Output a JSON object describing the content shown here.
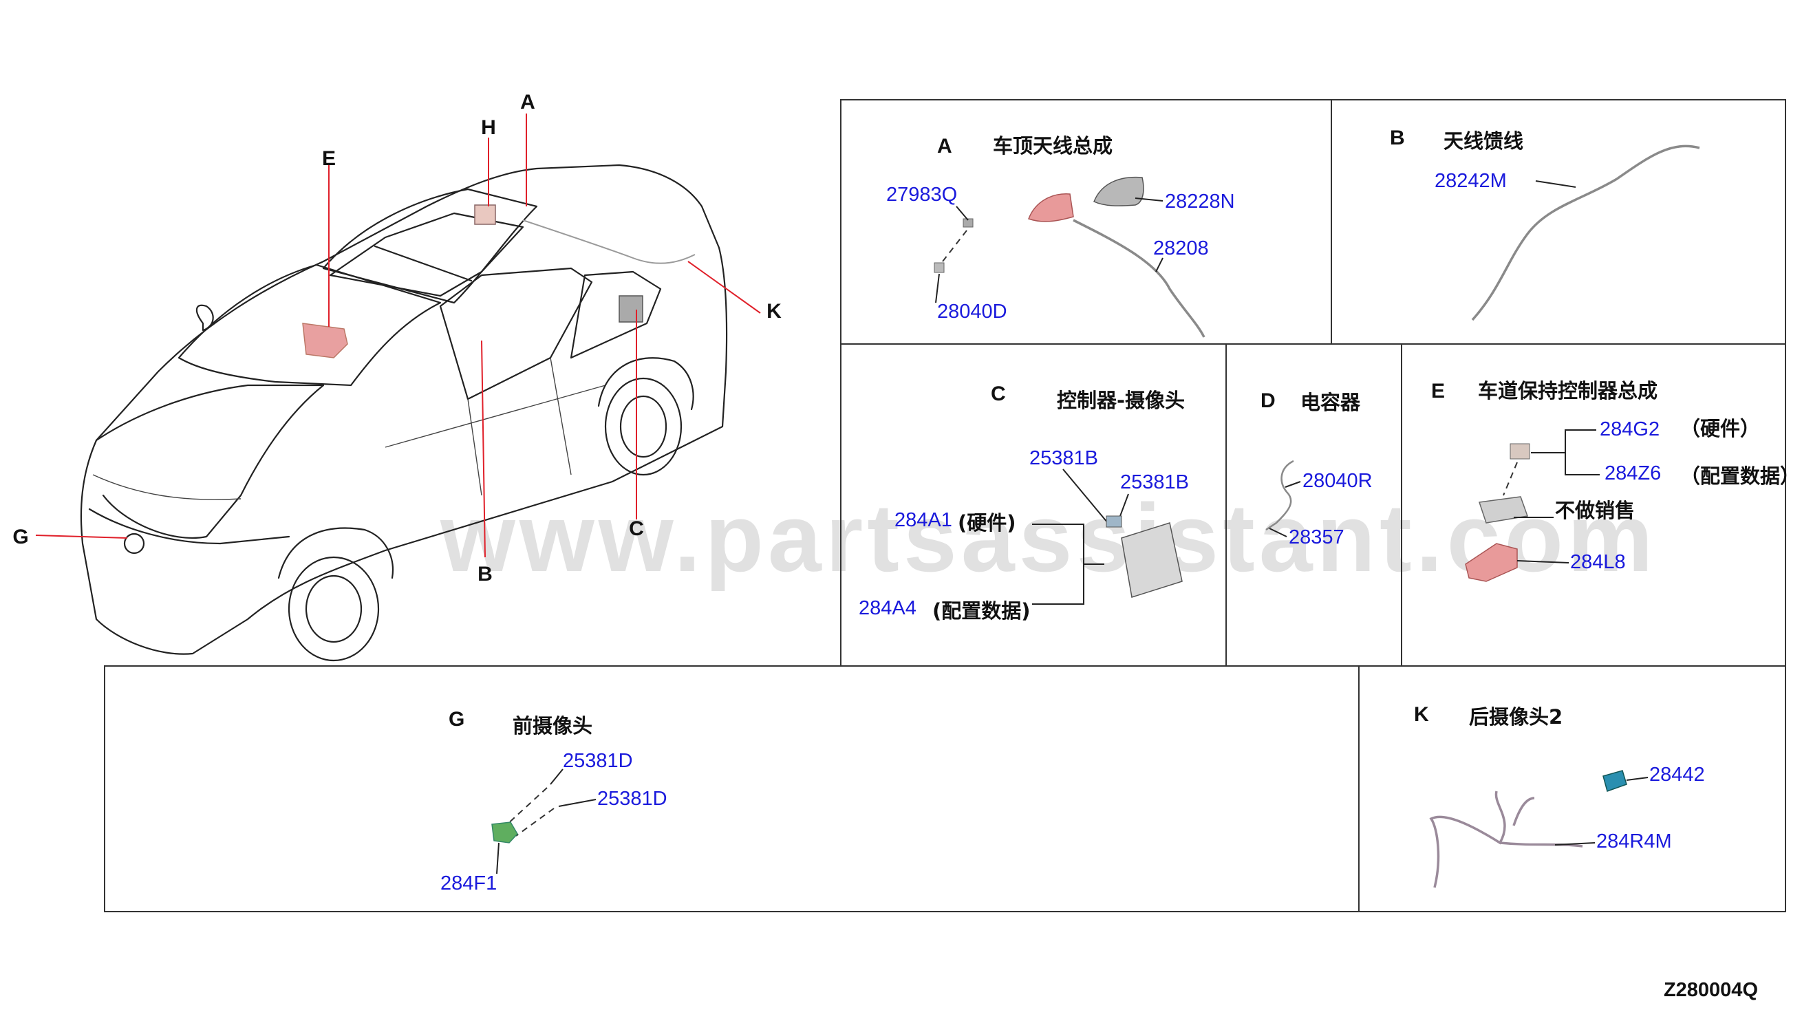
{
  "watermark": "www.partsassistant.com",
  "diagram_code": "Z280004Q",
  "overview": {
    "callouts": [
      "A",
      "H",
      "E",
      "K",
      "C",
      "B",
      "G"
    ]
  },
  "panels": {
    "A": {
      "letter": "A",
      "title": "车顶天线总成",
      "parts": [
        "27983Q",
        "28228N",
        "28208",
        "28040D"
      ]
    },
    "B": {
      "letter": "B",
      "title": "天线馈线",
      "parts": [
        "28242M"
      ]
    },
    "C": {
      "letter": "C",
      "title": "控制器-摄像头",
      "parts": [
        "25381B",
        "25381B",
        "284A1",
        "284A4"
      ],
      "notes": [
        "(硬件)",
        "(配置数据)"
      ]
    },
    "D": {
      "letter": "D",
      "title": "电容器",
      "parts": [
        "28040R",
        "28357"
      ]
    },
    "E": {
      "letter": "E",
      "title": "车道保持控制器总成",
      "parts": [
        "284G2",
        "284Z6",
        "284L8"
      ],
      "notes": [
        "（硬件）",
        "（配置数据）",
        "不做销售"
      ]
    },
    "G": {
      "letter": "G",
      "title": "前摄像头",
      "parts": [
        "25381D",
        "25381D",
        "284F1"
      ]
    },
    "K": {
      "letter": "K",
      "title": "后摄像头2",
      "parts": [
        "28442",
        "284R4M"
      ]
    }
  },
  "colors": {
    "part_number": "#1a1adc",
    "callout_line": "#e0202a",
    "highlight_part": "#e8a0a0",
    "camera_green": "#5fae5f",
    "camera_blue": "#2a8fb0"
  }
}
